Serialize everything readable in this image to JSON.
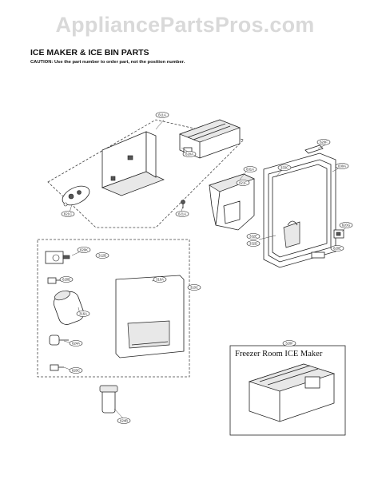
{
  "watermark": "AppliancePartsPros.com",
  "heading": {
    "title": "ICE MAKER & ICE BIN PARTS",
    "caution": "CAUTION: Use the part number to order part, not the position number."
  },
  "inset": {
    "label": "Freezer Room ICE Maker"
  },
  "callouts": [
    "611A",
    "620A",
    "621C",
    "621A",
    "631A",
    "333C",
    "630A",
    "620G",
    "620F",
    "620E",
    "332E",
    "332D",
    "620K",
    "312B",
    "310A",
    "316A",
    "620B",
    "624A",
    "620C",
    "310C",
    "624B",
    "320F",
    "621F"
  ]
}
